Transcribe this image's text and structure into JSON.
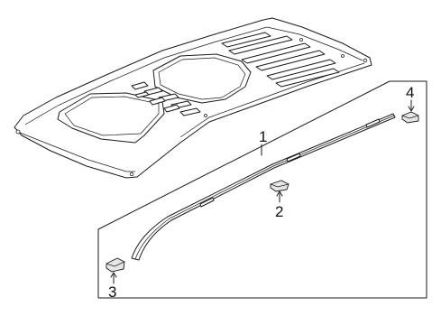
{
  "callouts": [
    {
      "id": "roof-molding",
      "label": "1"
    },
    {
      "id": "molding-clip",
      "label": "2"
    },
    {
      "id": "front-end-cap",
      "label": "3"
    },
    {
      "id": "rear-end-cap",
      "label": "4"
    }
  ],
  "colors": {
    "line": "#1a1a1a",
    "background": "#ffffff",
    "shade": "#e6e6e6"
  }
}
